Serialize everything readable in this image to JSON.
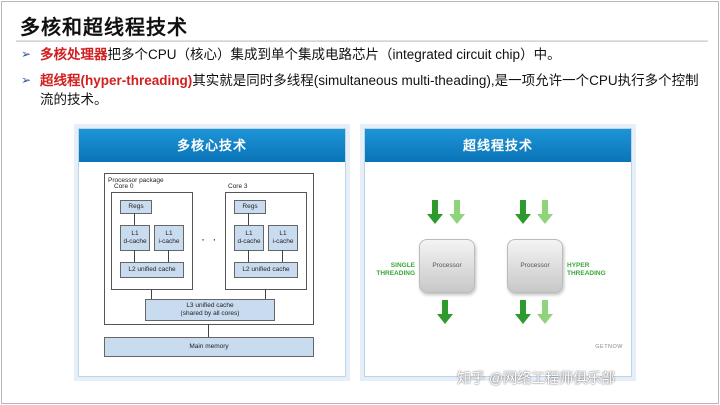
{
  "slide": {
    "title": "多核和超线程技术",
    "bullets": [
      {
        "highlight": "多核处理器",
        "text": "把多个CPU（核心）集成到单个集成电路芯片（integrated circuit chip）中。"
      },
      {
        "highlight": "超线程(hyper-threading)",
        "text": "其实就是同时多线程(simultaneous multi-theading),是一项允许一个CPU执行多个控制流的技术。"
      }
    ]
  },
  "left_panel": {
    "title": "多核心技术",
    "package_label": "Processor package",
    "core0_label": "Core 0",
    "core3_label": "Core 3",
    "regs": "Regs",
    "l1d_line1": "L1",
    "l1d_line2": "d-cache",
    "l1i_line1": "L1",
    "l1i_line2": "i-cache",
    "l2": "L2 unified cache",
    "dots": "· · ·",
    "l3_line1": "L3 unified cache",
    "l3_line2": "(shared by all cores)",
    "memory": "Main memory"
  },
  "right_panel": {
    "title": "超线程技术",
    "processor": "Processor",
    "single_line1": "SINGLE",
    "single_line2": "THREADING",
    "hyper_line1": "HYPER",
    "hyper_line2": "THREADING",
    "logo": "GETNOW",
    "arrow_colors": {
      "dark": "#2e9a2e",
      "light": "#8fd47a"
    }
  },
  "watermark": "知乎 @网络工程师俱乐部"
}
